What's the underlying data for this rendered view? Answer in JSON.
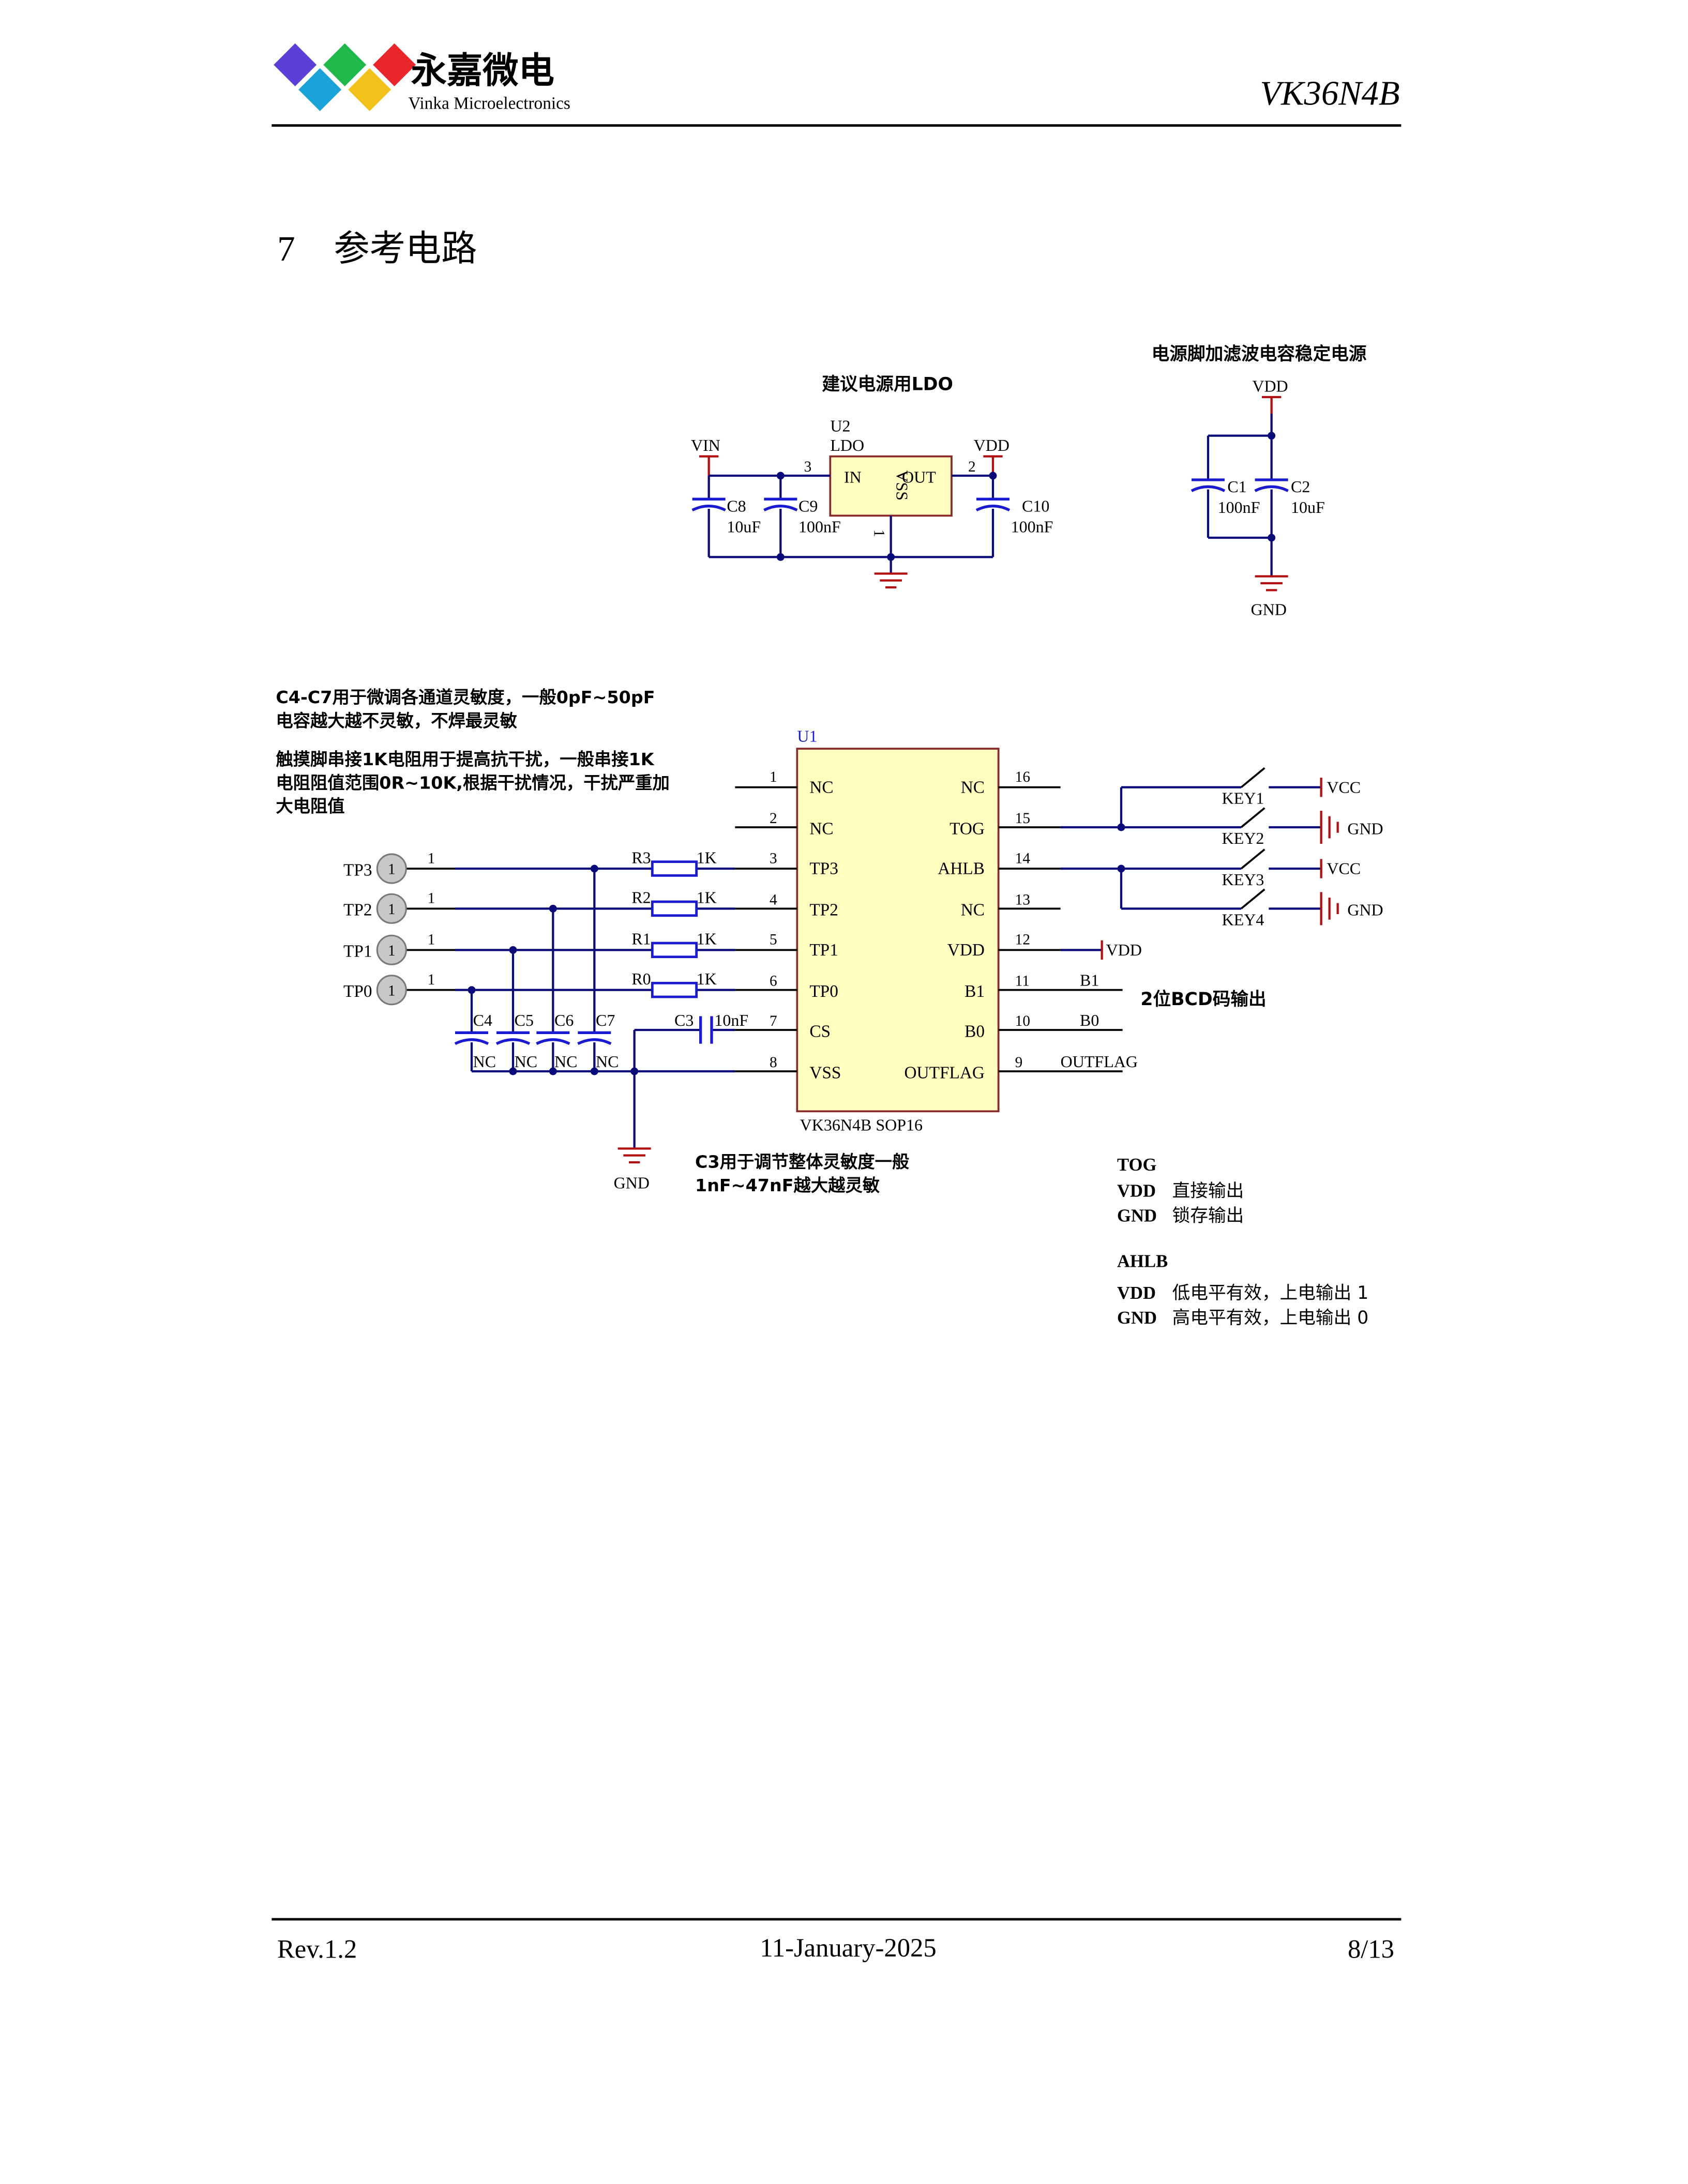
{
  "header": {
    "logo_cn": "永嘉微电",
    "logo_en": "Vinka Microelectronics",
    "part_number": "VK36N4B",
    "logo_colors": [
      "#5b3fd6",
      "#1aa3d9",
      "#1fb84a",
      "#f2c21a",
      "#e8262c"
    ]
  },
  "section": {
    "number": "7",
    "title": "参考电路"
  },
  "ldo_circuit": {
    "title": "建议电源用LDO",
    "u2_ref": "U2",
    "u2_type": "LDO",
    "pin_in": "IN",
    "pin_out": "OUT",
    "pin_vss": "VSS",
    "pin3": "3",
    "pin2": "2",
    "pin1": "1",
    "vin": "VIN",
    "vdd": "VDD",
    "c8": "C8",
    "c8_val": "10uF",
    "c9": "C9",
    "c9_val": "100nF",
    "c10": "C10",
    "c10_val": "100nF"
  },
  "filter_circuit": {
    "title": "电源脚加滤波电容稳定电源",
    "vdd": "VDD",
    "c1": "C1",
    "c1_val": "100nF",
    "c2": "C2",
    "c2_val": "10uF",
    "gnd": "GND"
  },
  "notes": {
    "c4c7_line1": "C4-C7用于微调各通道灵敏度，一般0pF~50pF",
    "c4c7_line2": "电容越大越不灵敏，不焊最灵敏",
    "res_line1": "触摸脚串接1K电阻用于提高抗干扰，一般串接1K",
    "res_line2": "电阻阻值范围0R~10K,根据干扰情况，干扰严重加",
    "res_line3": "大电阻值",
    "c3_line1": "C3用于调节整体灵敏度一般",
    "c3_line2": "1nF~47nF越大越灵敏"
  },
  "main_circuit": {
    "u1_ref": "U1",
    "u1_part": "VK36N4B SOP16",
    "left_pins": [
      {
        "num": "1",
        "name": "NC"
      },
      {
        "num": "2",
        "name": "NC"
      },
      {
        "num": "3",
        "name": "TP3"
      },
      {
        "num": "4",
        "name": "TP2"
      },
      {
        "num": "5",
        "name": "TP1"
      },
      {
        "num": "6",
        "name": "TP0"
      },
      {
        "num": "7",
        "name": "CS"
      },
      {
        "num": "8",
        "name": "VSS"
      }
    ],
    "right_pins": [
      {
        "num": "16",
        "name": "NC"
      },
      {
        "num": "15",
        "name": "TOG"
      },
      {
        "num": "14",
        "name": "AHLB"
      },
      {
        "num": "13",
        "name": "NC"
      },
      {
        "num": "12",
        "name": "VDD"
      },
      {
        "num": "11",
        "name": "B1"
      },
      {
        "num": "10",
        "name": "B0"
      },
      {
        "num": "9",
        "name": "OUTFLAG"
      }
    ],
    "touch_pads": [
      {
        "label": "TP3",
        "pin": "1"
      },
      {
        "label": "TP2",
        "pin": "1"
      },
      {
        "label": "TP1",
        "pin": "1"
      },
      {
        "label": "TP0",
        "pin": "1"
      }
    ],
    "resistors": [
      {
        "ref": "R3",
        "val": "1K"
      },
      {
        "ref": "R2",
        "val": "1K"
      },
      {
        "ref": "R1",
        "val": "1K"
      },
      {
        "ref": "R0",
        "val": "1K"
      }
    ],
    "tune_caps": [
      {
        "ref": "C4",
        "val": "NC"
      },
      {
        "ref": "C5",
        "val": "NC"
      },
      {
        "ref": "C6",
        "val": "NC"
      },
      {
        "ref": "C7",
        "val": "NC"
      }
    ],
    "c3_ref": "C3",
    "c3_val": "10nF",
    "gnd": "GND",
    "vdd_net": "VDD",
    "net_b1": "B1",
    "net_b0": "B0",
    "net_outflag": "OUTFLAG",
    "bcd_label": "2位BCD码输出",
    "keys": [
      {
        "ref": "KEY1",
        "net": "VCC"
      },
      {
        "ref": "KEY2",
        "net": "GND"
      },
      {
        "ref": "KEY3",
        "net": "VCC"
      },
      {
        "ref": "KEY4",
        "net": "GND"
      }
    ]
  },
  "legend": {
    "tog_title": "TOG",
    "tog_rows": [
      {
        "key": "VDD",
        "desc": "直接输出"
      },
      {
        "key": "GND",
        "desc": "锁存输出"
      }
    ],
    "ahlb_title": "AHLB",
    "ahlb_rows": [
      {
        "key": "VDD",
        "desc": "低电平有效，上电输出 1"
      },
      {
        "key": "GND",
        "desc": "高电平有效，上电输出 0"
      }
    ]
  },
  "footer": {
    "revision": "Rev.1.2",
    "date": "11-January-2025",
    "page": "8/13"
  }
}
